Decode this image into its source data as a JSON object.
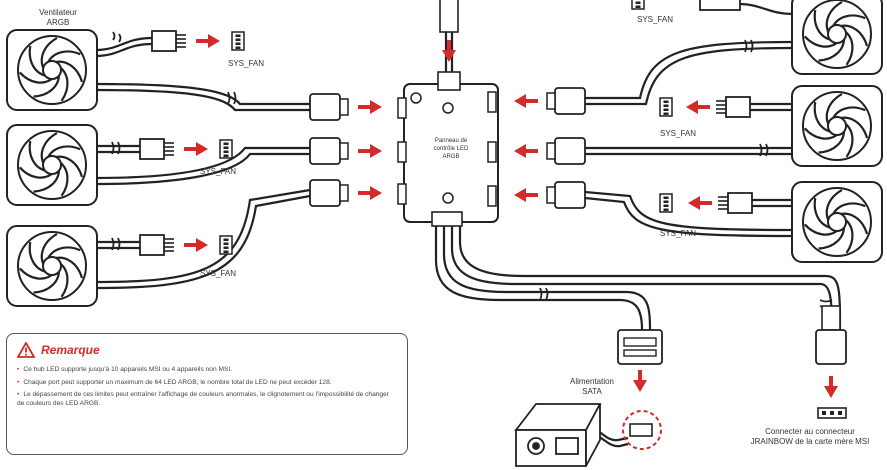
{
  "labels": {
    "fan_argb": [
      "Ventilateur",
      "ARGB"
    ],
    "sys_fan": "SYS_FAN",
    "hub": [
      "Panneau de",
      "contrôle LED",
      "ARGB"
    ],
    "sata": [
      "Alimentation",
      "SATA"
    ],
    "jrainbow": [
      "Connecter au connecteur",
      "JRAINBOW de la carte mère MSI"
    ]
  },
  "note": {
    "title": "Remarque",
    "items": [
      "Ce hub LED supporte jusqu'à 10 appareils MSI ou 4 appareils non MSI.",
      "Chaque port peut supporter un maximum de 64 LED ARGB, le nombre total de LED ne peut excéder 128.",
      "Le dépassement de ces limites peut entraîner l'affichage de couleurs anormales, le clignotement ou l'impossibilité de changer de couleurs des LED ARGB."
    ]
  },
  "colors": {
    "arrow": "#d42a2a",
    "line": "#222222",
    "note_border": "#555555"
  }
}
